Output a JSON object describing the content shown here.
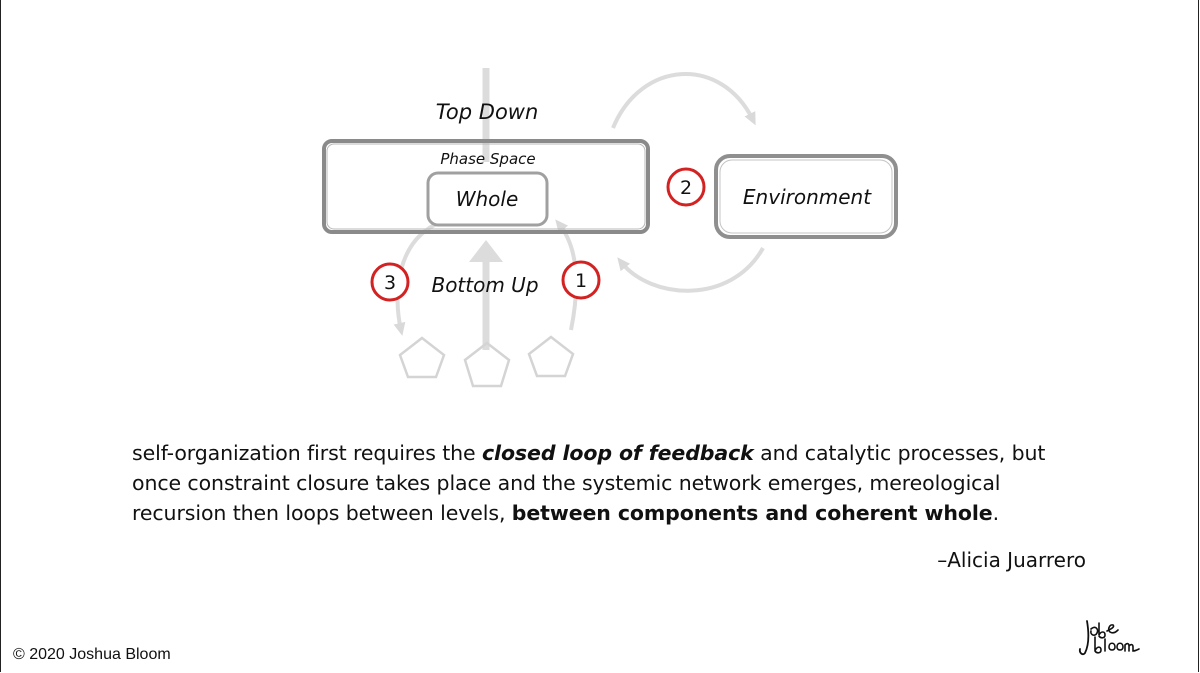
{
  "diagram": {
    "top_label": "Top Down",
    "bottom_label": "Bottom Up",
    "phase_space_label": "Phase Space",
    "whole_label": "Whole",
    "environment_label": "Environment",
    "markers": [
      "1",
      "2",
      "3"
    ]
  },
  "quote": {
    "part1": "self-organization first requires the ",
    "emph1": "closed loop of feedback",
    "part2": " and catalytic processes, but once constraint closure takes place and the systemic network emerges, mereological recursion then loops between levels, ",
    "emph2": "between components and coherent whole",
    "part3": "."
  },
  "attribution": "–Alicia Juarrero",
  "copyright": "© 2020 Joshua Bloom",
  "signature_text": "Jabe bloom",
  "colors": {
    "marker_ring": "#d22222",
    "arrow": "#d8d8d8",
    "box_stroke": "#8a8a8a"
  }
}
